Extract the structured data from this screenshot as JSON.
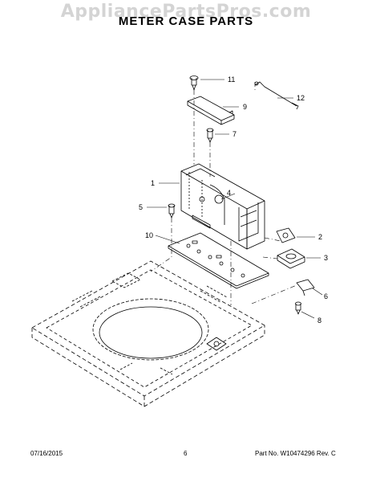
{
  "watermark": "AppliancePartsPros.com",
  "title": "METER CASE PARTS",
  "callouts": [
    "1",
    "2",
    "3",
    "4",
    "5",
    "6",
    "7",
    "8",
    "9",
    "10",
    "11",
    "12"
  ],
  "footer": {
    "date": "07/16/2015",
    "page": "6",
    "part": "Part No. W10474296  Rev. C"
  }
}
